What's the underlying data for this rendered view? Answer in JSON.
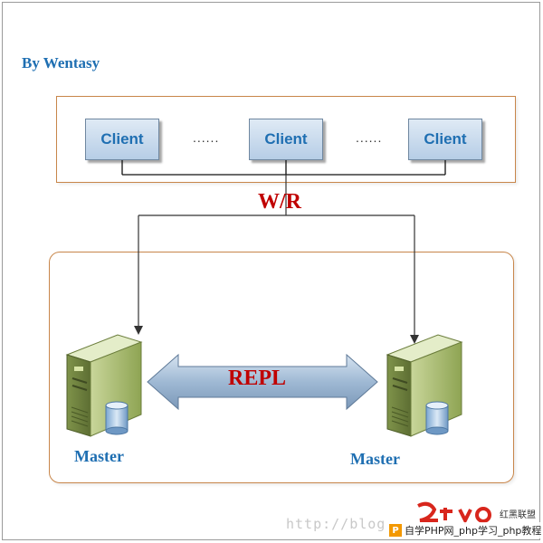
{
  "byline": "By Wentasy",
  "clients": {
    "items": [
      {
        "label": "Client"
      },
      {
        "label": "Client"
      },
      {
        "label": "Client"
      }
    ],
    "separator": "......"
  },
  "connection": {
    "label": "W/R"
  },
  "replication": {
    "label": "REPL"
  },
  "servers": [
    {
      "label": "Master"
    },
    {
      "label": "Master"
    }
  ],
  "watermark": {
    "url": "http://blog",
    "brand": "红黑联盟",
    "bar_icon": "P",
    "bar_text": "自学PHP网_php学习_php教程"
  },
  "colors": {
    "client_text": "#1f6fb2",
    "label_red": "#c00000",
    "box_border": "#c8864a"
  }
}
